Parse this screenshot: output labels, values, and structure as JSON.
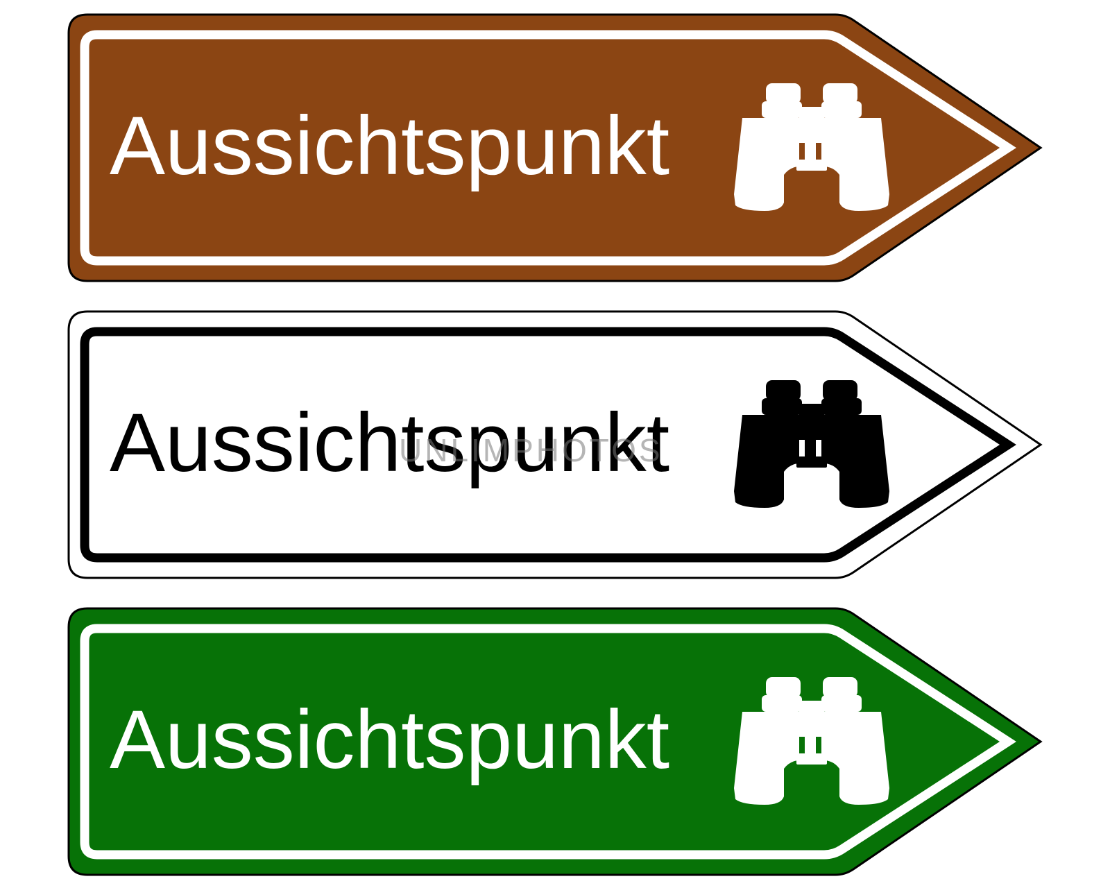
{
  "signs": [
    {
      "label": "Aussichtspunkt",
      "icon": "binoculars-icon",
      "plate_color": "#8B4513",
      "border_color": "#ffffff",
      "text_color": "#ffffff"
    },
    {
      "label": "Aussichtspunkt",
      "icon": "binoculars-icon",
      "plate_color": "#ffffff",
      "border_color": "#000000",
      "text_color": "#000000"
    },
    {
      "label": "Aussichtspunkt",
      "icon": "binoculars-icon",
      "plate_color": "#077207",
      "border_color": "#ffffff",
      "text_color": "#ffffff"
    }
  ],
  "watermark": "UNLIMPHOTOS"
}
